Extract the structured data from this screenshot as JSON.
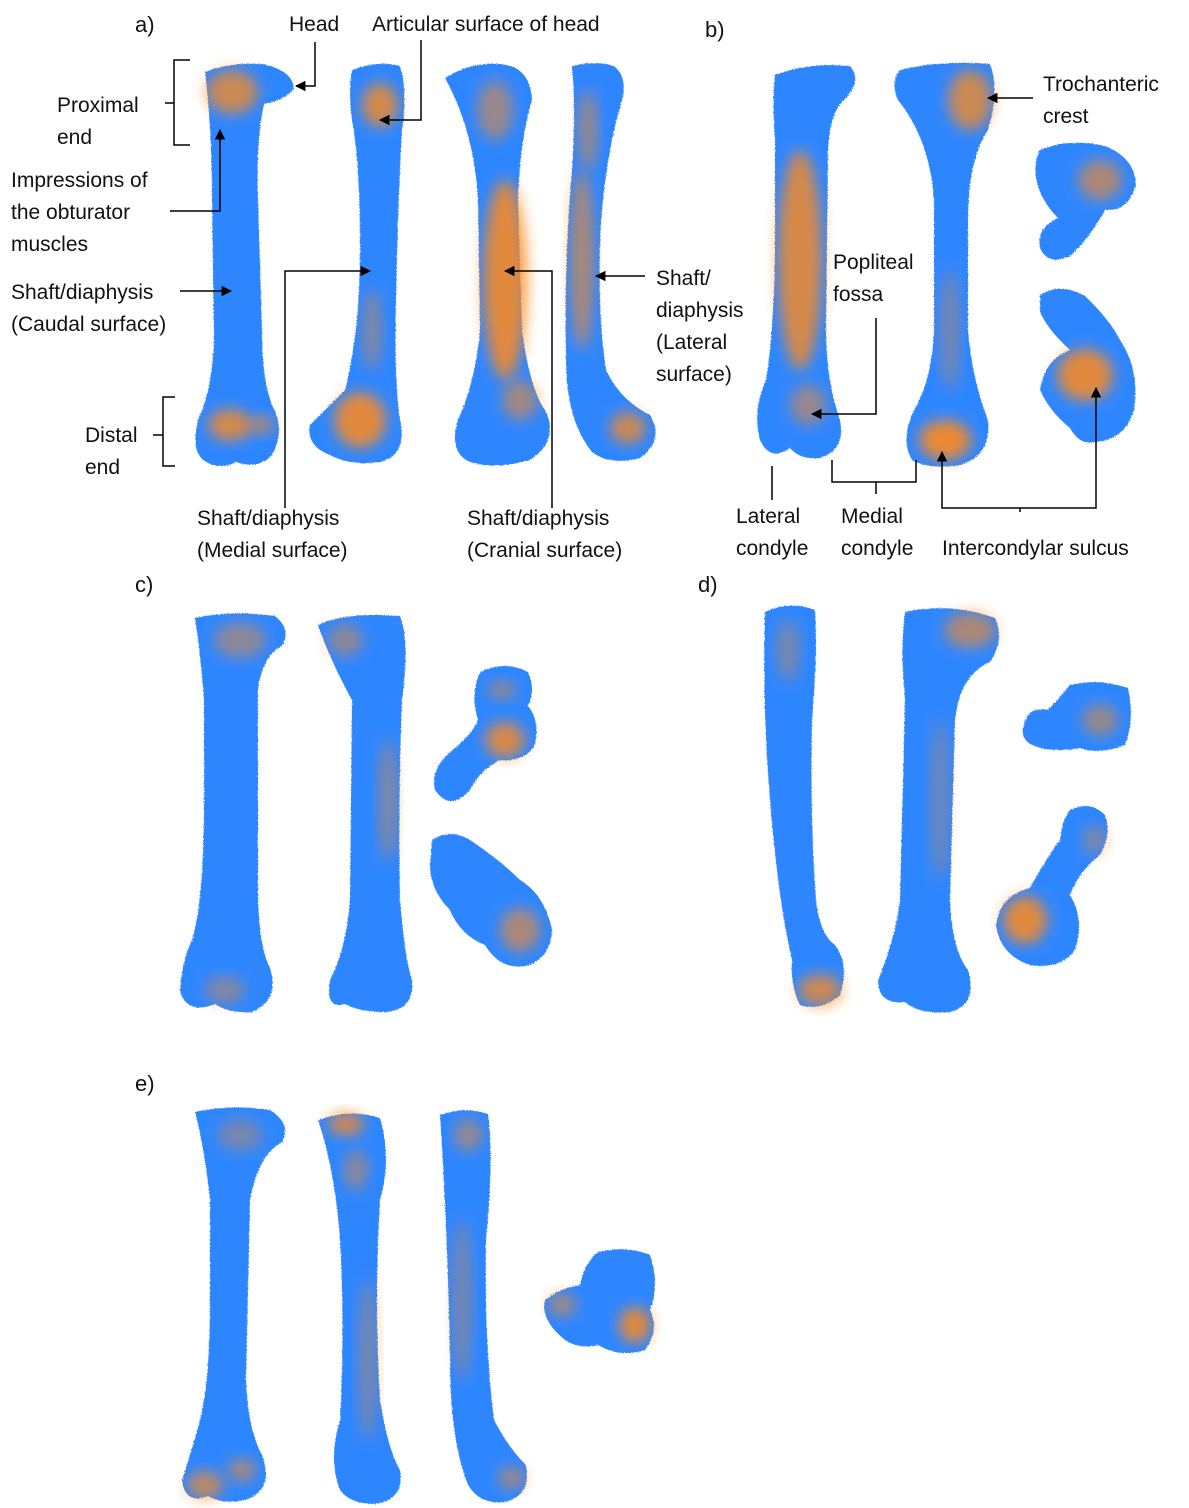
{
  "colors": {
    "surface_blue": "#2f86ff",
    "surface_orange": "#ff8a1e",
    "text": "#111111",
    "leader": "#000000"
  },
  "panels": {
    "a": "a)",
    "b": "b)",
    "c": "c)",
    "d": "d)",
    "e": "e)"
  },
  "labels": {
    "head": "Head",
    "articular_surface_of_head": "Articular surface of head",
    "proximal": "Proximal",
    "end_proximal": "end",
    "impressions_1": "Impressions of",
    "impressions_2": "the obturator",
    "impressions_3": "muscles",
    "shaft_caudal_1": "Shaft/diaphysis",
    "shaft_caudal_2": "(Caudal surface)",
    "distal": "Distal",
    "end_distal": "end",
    "shaft_medial_1": "Shaft/diaphysis",
    "shaft_medial_2": "(Medial surface)",
    "shaft_cranial_1": "Shaft/diaphysis",
    "shaft_cranial_2": "(Cranial surface)",
    "shaft_lateral_1": "Shaft/",
    "shaft_lateral_2": "diaphysis",
    "shaft_lateral_3": "(Lateral",
    "shaft_lateral_4": "surface)",
    "trochanteric_1": "Trochanteric",
    "trochanteric_2": "crest",
    "popliteal_1": "Popliteal",
    "popliteal_2": "fossa",
    "lateral_condyle_1": "Lateral",
    "lateral_condyle_2": "condyle",
    "medial_condyle_1": "Medial",
    "medial_condyle_2": "condyle",
    "intercondylar_sulcus": "Intercondylar sulcus"
  }
}
